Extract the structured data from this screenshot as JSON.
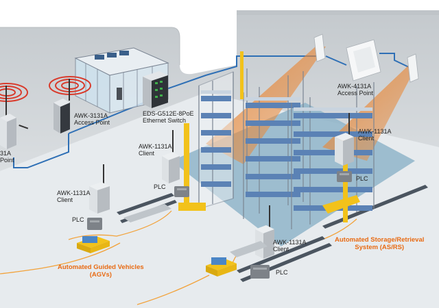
{
  "colors": {
    "network_line": "#2e6fb5",
    "orange_label": "#e86a12",
    "orange_wire": "#f2a23a",
    "floor": "#e7ebee",
    "wall": "#cfd3d6",
    "storage_floor": "#8fb5c9",
    "rack_frame": "#7b8593",
    "bin": "#5b82b5",
    "signal_ring": "#d93a2b",
    "beam": "#e8893a"
  },
  "labels": {
    "awk3131a_left": {
      "line1": "31A",
      "line2": "Point"
    },
    "awk3131a": {
      "line1": "AWK-3131A",
      "line2": "Access Point"
    },
    "eds_switch": {
      "line1": "EDS-G512E-8PoE",
      "line2": "Ethernet Switch"
    },
    "awk4131a": {
      "line1": "AWK-4131A",
      "line2": "Access Point"
    },
    "awk1131a_mid": {
      "line1": "AWK-1131A",
      "line2": "Client"
    },
    "plc_mid": "PLC",
    "awk1131a_left": {
      "line1": "AWK-1131A",
      "line2": "Client"
    },
    "plc_left": "PLC",
    "awk1131a_right": {
      "line1": "AWK-1131A",
      "line2": "Client"
    },
    "plc_right": "PLC",
    "awk1131a_bottom": {
      "line1": "AWK-1131A",
      "line2": "Client"
    },
    "plc_bottom": "PLC",
    "asrs": {
      "line1": "Automated Storage/Retrieval",
      "line2": "System (AS/RS)"
    },
    "agv": {
      "line1": "Automated Guided Vehicles",
      "line2": "(AGVs)"
    }
  },
  "icons": [
    "wifi-signal-icon",
    "access-point-icon",
    "ethernet-switch-icon",
    "client-device-icon",
    "plc-icon",
    "agv-icon",
    "storage-rack-icon",
    "control-room-icon"
  ]
}
